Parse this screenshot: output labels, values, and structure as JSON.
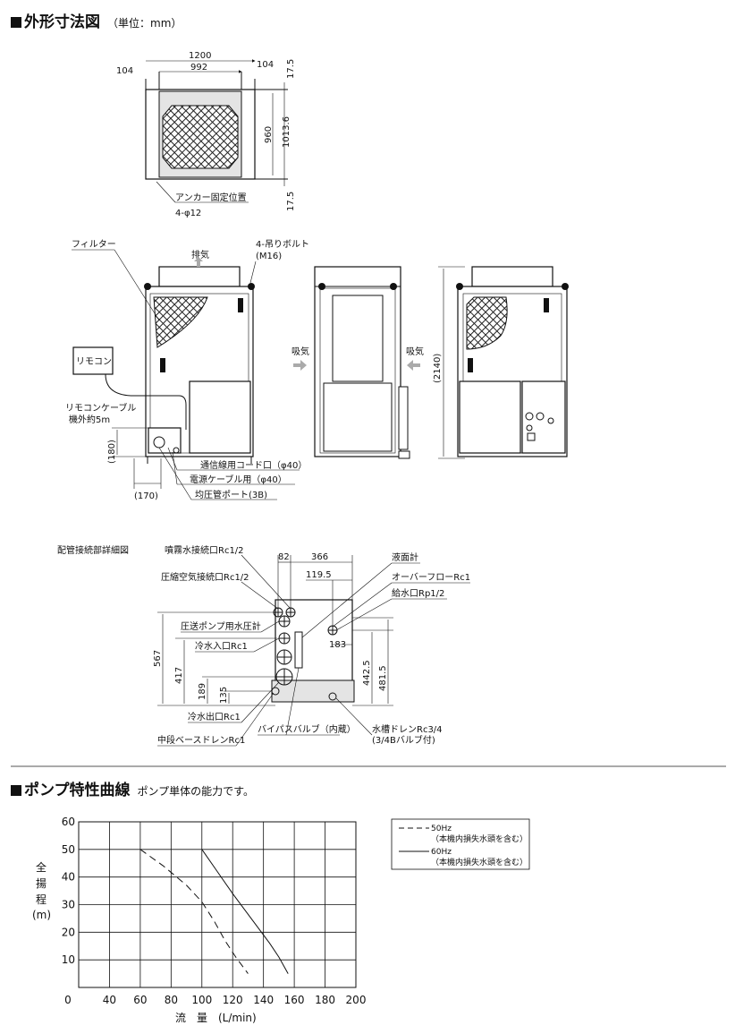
{
  "section1": {
    "title": "外形寸法図",
    "unit": "（単位：mm）"
  },
  "top_view": {
    "dim_1200": "1200",
    "dim_992": "992",
    "dim_104_left": "104",
    "dim_104_right": "104",
    "dim_17_5_top": "17.5",
    "dim_17_5_bottom": "17.5",
    "dim_960": "960",
    "dim_1013_6": "1013.6",
    "anchor_label": "アンカー固定位置",
    "anchor_spec": "4-φ12"
  },
  "elevation": {
    "filter": "フィルター",
    "exhaust": "排気",
    "hang_bolt": "4-吊りボルト",
    "hang_bolt_size": "(M16)",
    "remote": "リモコン",
    "remote_cable": "リモコンケーブル",
    "remote_cable_len": "機外約5m",
    "dim_180": "(180)",
    "dim_170": "(170)",
    "comm_port": "通信線用コード口（φ40）",
    "power_port": "電源ケーブル用（φ40）",
    "pressure_port": "均圧管ポート(3B)",
    "intake_left": "吸気",
    "intake_right": "吸気",
    "dim_2140": "(2140)"
  },
  "piping": {
    "title": "配管接続部詳細図",
    "spray": "噴霧水接続口Rc1/2",
    "air": "圧縮空気接続口Rc1/2",
    "pump_gauge": "圧送ポンプ用水圧計",
    "cold_in": "冷水入口Rc1",
    "cold_out": "冷水出口Rc1",
    "mid_drain": "中段ベースドレンRc1",
    "bypass": "バイパスバルブ（内蔵）",
    "level": "液面計",
    "overflow": "オーバーフローRc1",
    "supply": "給水口Rp1/2",
    "tank_drain": "水槽ドレンRc3/4",
    "tank_drain_valve": "(3/4Bバルブ付)",
    "d82": "82",
    "d366": "366",
    "d119_5": "119.5",
    "d183": "183",
    "d567": "567",
    "d417": "417",
    "d189": "189",
    "d135": "135",
    "d442_5": "442.5",
    "d481_5": "481.5"
  },
  "section2": {
    "title": "ポンプ特性曲線",
    "sub": "ポンプ単体の能力です。"
  },
  "chart_data": {
    "type": "line",
    "ylabel_chars": [
      "全",
      "揚",
      "程",
      "(m)"
    ],
    "xlabel": "流　量　(L/min)",
    "xlim": [
      20,
      200
    ],
    "ylim": [
      0,
      60
    ],
    "x_ticks": [
      "0",
      "40",
      "60",
      "80",
      "100",
      "120",
      "140",
      "160",
      "180",
      "200"
    ],
    "y_ticks": [
      "60",
      "50",
      "40",
      "30",
      "20",
      "10"
    ],
    "legend": [
      {
        "line": "50Hz",
        "note": "（本機内損失水頭を含む）",
        "style": "dashed"
      },
      {
        "line": "60Hz",
        "note": "（本機内損失水頭を含む）",
        "style": "solid"
      }
    ],
    "series": [
      {
        "name": "50Hz",
        "x": [
          60,
          75,
          90,
          100,
          108,
          115,
          122,
          130
        ],
        "y": [
          50,
          44,
          37,
          31,
          24,
          17,
          11,
          5
        ]
      },
      {
        "name": "60Hz",
        "x": [
          100,
          110,
          120,
          128,
          136,
          144,
          150,
          156
        ],
        "y": [
          50,
          42,
          34,
          28,
          22,
          16,
          11,
          5
        ]
      }
    ]
  }
}
